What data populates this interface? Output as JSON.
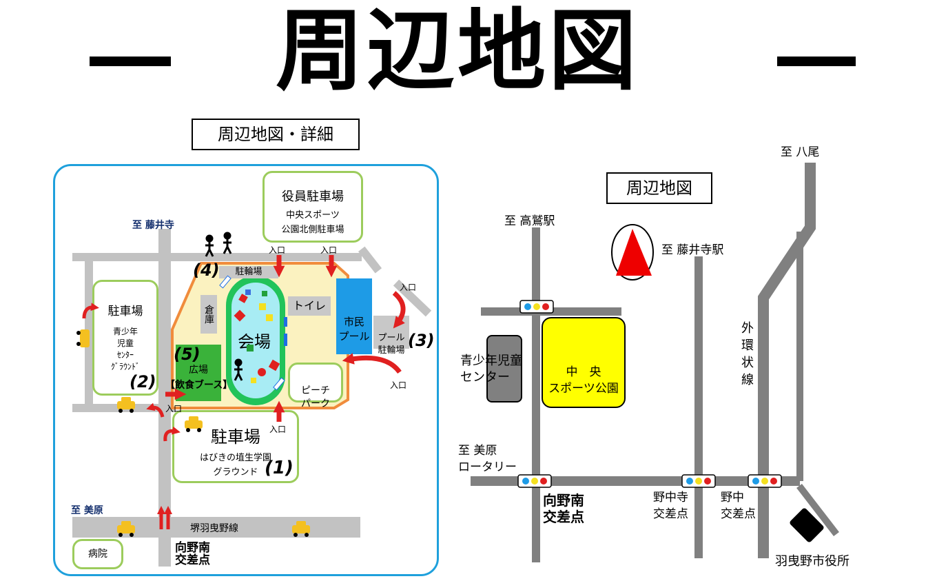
{
  "title": "周辺地図",
  "detail_map": {
    "heading": "周辺地図・詳細",
    "to_fujiidera": "至 藤井寺",
    "to_mihara": "至 美原",
    "officer_parking": {
      "title": "役員駐車場",
      "line1": "中央スポーツ",
      "line2": "公園北側駐車場"
    },
    "youth_parking": {
      "title": "駐車場",
      "line1": "青少年",
      "line2": "児童",
      "line3": "ｾﾝﾀｰ",
      "line4": "ｸﾞﾗｳﾝﾄﾞ"
    },
    "main_parking": {
      "title": "駐車場",
      "line1": "はびきの埴生学園",
      "line2": "グラウンド"
    },
    "venue": "会場",
    "toilet": "トイレ",
    "pool": "市民\nプール",
    "pool_bike": "プール\n駐輪場",
    "bike_parking": "駐輪場",
    "warehouse": "倉庫",
    "plaza": "広場",
    "food_booth": "【飲食ブース】",
    "beach_park": "ピーチ\nパーク",
    "hospital": "病院",
    "road_name": "堺羽曳野線",
    "intersection": "向野南\n交差点",
    "entrance": "入口",
    "num1": "(1)",
    "num2": "(2)",
    "num3": "(3)",
    "num4": "(4)",
    "num5": "(5)"
  },
  "area_map": {
    "heading": "周辺地図",
    "to_yao": "至 八尾",
    "to_takawashi": "至 高鷲駅",
    "to_fujiidera_station": "至 藤井寺駅",
    "outer_ring": "外\n環\n状\n線",
    "youth_center": "青少年児童\nセンター",
    "central_park": "中　央\nスポーツ公園",
    "to_mihara_rotary": "至 美原\nロータリー",
    "mukaino": "向野南\n交差点",
    "nonakadera": "野中寺\n交差点",
    "nonaka": "野中\n交差点",
    "city_hall": "羽曳野市役所"
  },
  "colors": {
    "frame_blue": "#1ea0dc",
    "green_border": "#9ccc5c",
    "venue_yellow": "#fbf2c0",
    "track_green": "#22c35a",
    "field_cyan": "#a8ecf4",
    "pool_blue": "#1e9be6",
    "plaza_green": "#3ab23a",
    "park_yellow": "#ffff00",
    "arrow_red": "#e02020"
  }
}
